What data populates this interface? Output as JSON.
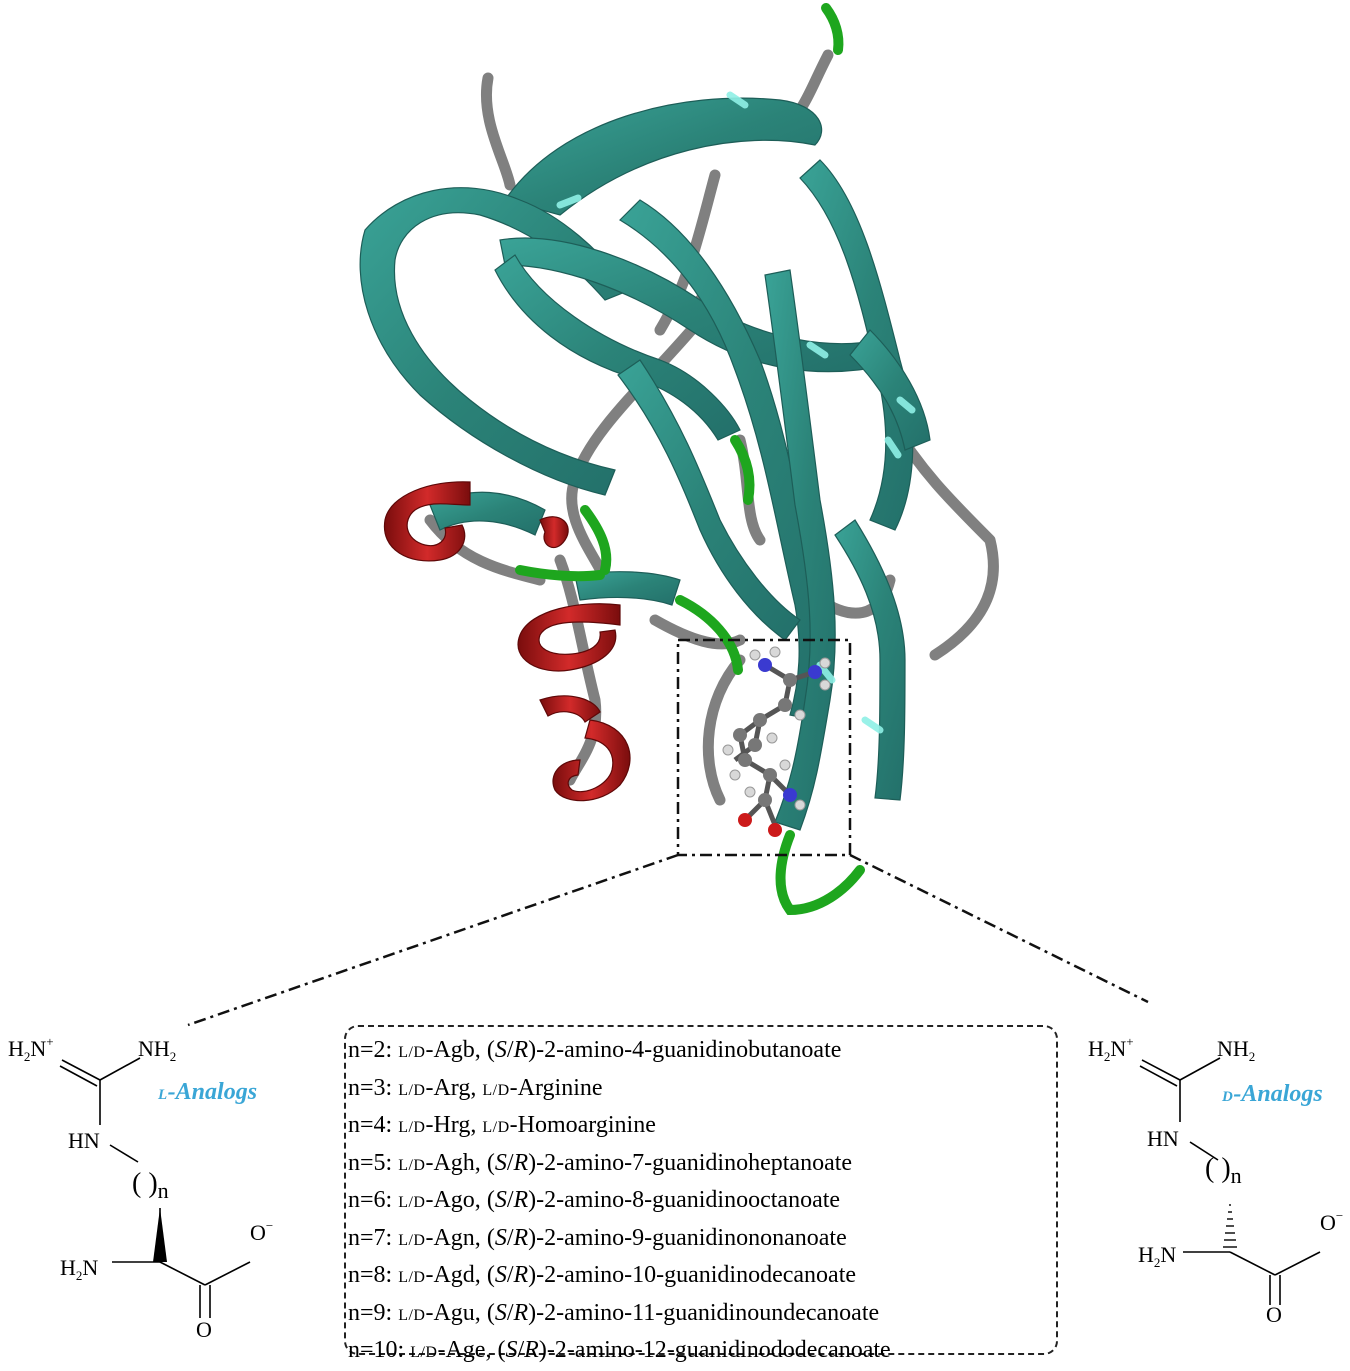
{
  "colors": {
    "sheet": "#2e8b80",
    "sheet_highlight": "#7de8e0",
    "coil": "#7f7f7f",
    "helix": "#b01818",
    "turn": "#1aa81a",
    "analog_label": "#3aa6d6",
    "nitrogen": "#3a3ad0",
    "oxygen": "#cc1a1a",
    "carbon": "#777777",
    "hydrogen": "#d8d8d8"
  },
  "structures": {
    "left": {
      "title_prefix": "L",
      "title_suffix": "-Analogs",
      "top_left": "H2N+",
      "top_right": "NH2",
      "hn": "HN",
      "chain": "( )n",
      "amine": "H2N",
      "carboxylate": "O−",
      "carbonyl": "O"
    },
    "right": {
      "title_prefix": "D",
      "title_suffix": "-Analogs",
      "top_left": "H2N+",
      "top_right": "NH2",
      "hn": "HN",
      "chain": "( )n",
      "amine": "H2N",
      "carboxylate": "O−",
      "carbonyl": "O"
    }
  },
  "legend": [
    {
      "n": "n=2: ",
      "code": "-Agb, ",
      "name": "-2-amino-4-guanidinobutanoate"
    },
    {
      "n": "n=3: ",
      "code": "-Arg, ",
      "name": "-Arginine"
    },
    {
      "n": "n=4: ",
      "code": "-Hrg, ",
      "name": "-Homoarginine"
    },
    {
      "n": "n=5: ",
      "code": "-Agh, ",
      "name": "-2-amino-7-guanidinoheptanoate"
    },
    {
      "n": "n=6: ",
      "code": "-Ago, ",
      "name": "-2-amino-8-guanidinooctanoate"
    },
    {
      "n": "n=7: ",
      "code": "-Agn, ",
      "name": "-2-amino-9-guanidinononanoate"
    },
    {
      "n": "n=8: ",
      "code": "-Agd, ",
      "name": "-2-amino-10-guanidinodecanoate"
    },
    {
      "n": "n=9: ",
      "code": "-Agu, ",
      "name": "-2-amino-11-guanidinoundecanoate"
    },
    {
      "n": "n=10: ",
      "code": "-Age, ",
      "name": "-2-amino-12-guanidinododecanoate"
    }
  ]
}
